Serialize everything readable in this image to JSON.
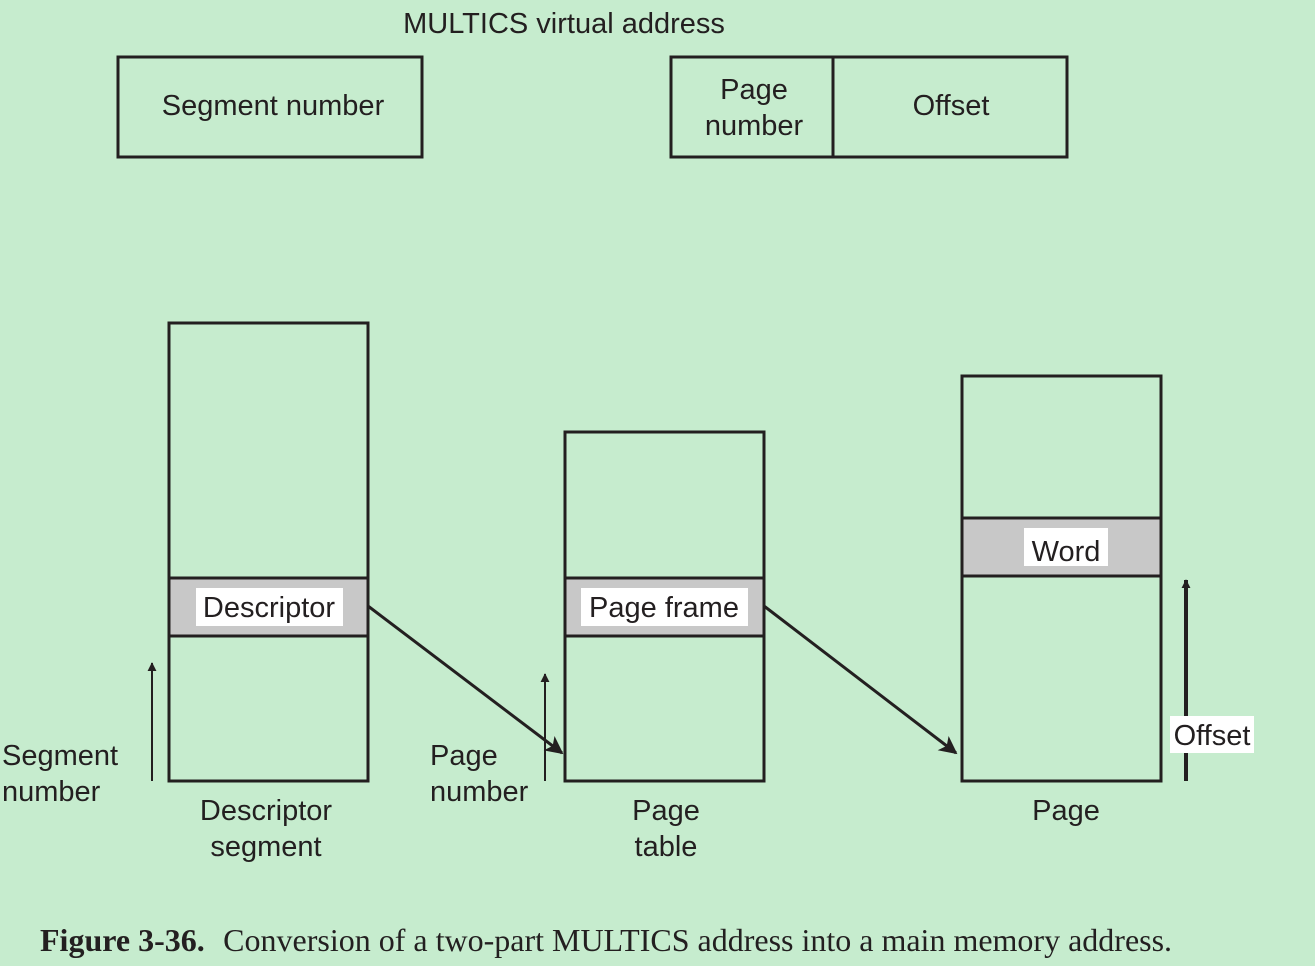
{
  "virtual_address": {
    "title": "MULTICS virtual address",
    "segment_field": "Segment number",
    "page_field_line1": "Page",
    "page_field_line2": "number",
    "offset_field": "Offset"
  },
  "descriptor_segment": {
    "entry": "Descriptor",
    "name_line1": "Descriptor",
    "name_line2": "segment",
    "index_line1": "Segment",
    "index_line2": "number"
  },
  "page_table": {
    "entry": "Page frame",
    "name_line1": "Page",
    "name_line2": "table",
    "index_line1": "Page",
    "index_line2": "number"
  },
  "page": {
    "entry": "Word",
    "name": "Page",
    "index": "Offset"
  },
  "caption": {
    "number": "Figure 3-36.",
    "text": "Conversion of a two-part MULTICS address into a main memory address."
  },
  "colors": {
    "background": "#c6ecce",
    "ink": "#231f20",
    "highlight_row": "#c8c8c8",
    "label_box": "#ffffff"
  }
}
